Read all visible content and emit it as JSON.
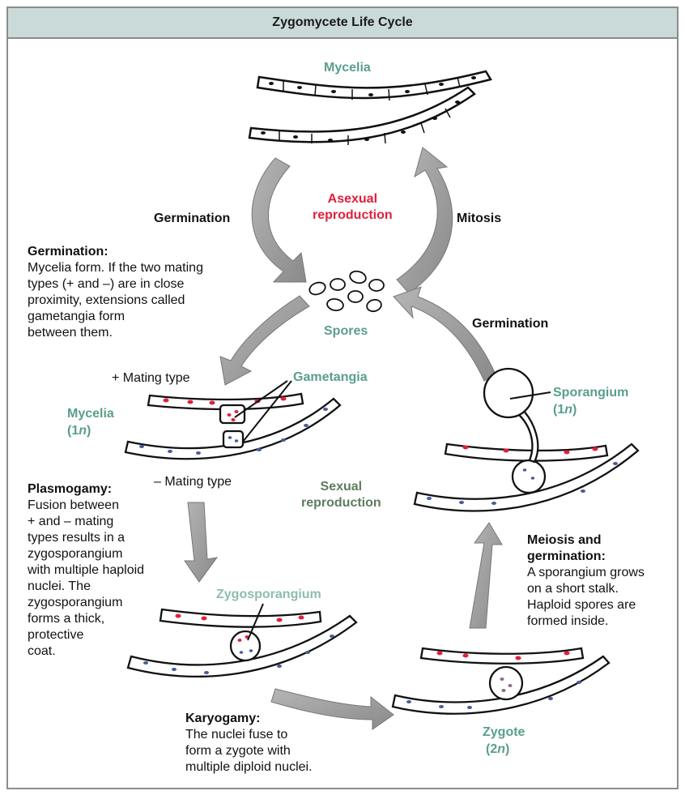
{
  "title": "Zygomycete Life Cycle",
  "labels": {
    "mycelia_top": "Mycelia",
    "asexual": "Asexual\nreproduction",
    "germination_left": "Germination",
    "mitosis": "Mitosis",
    "spores": "Spores",
    "germination_right": "Germination",
    "plus_mating": "+ Mating type",
    "gametangia": "Gametangia",
    "mycelia_1n_a": "Mycelia",
    "mycelia_1n_b": "(1n)",
    "minus_mating": "– Mating type",
    "sporangium_a": "Sporangium",
    "sporangium_b": "(1n)",
    "sexual": "Sexual\nreproduction",
    "zygosporangium": "Zygosporangium",
    "zygote_a": "Zygote",
    "zygote_b": "(2n)"
  },
  "notes": {
    "germination": {
      "head": "Germination:",
      "body": "Mycelia form. If the two mating\ntypes (+ and –) are in close\nproximity, extensions called\ngametangia form\nbetween them."
    },
    "plasmogamy": {
      "head": "Plasmogamy:",
      "body": "Fusion between\n+ and – mating\ntypes results in a\nzygosporangium\nwith multiple haploid\nnuclei. The\nzygosporangium\nforms a thick,\nprotective\ncoat."
    },
    "meiosis": {
      "head": "Meiosis and\ngermination:",
      "body": "A sporangium grows\non a short stalk.\nHaploid spores are\nformed inside."
    },
    "karyogamy": {
      "head": "Karyogamy:",
      "body": "The nuclei fuse to\nform a zygote with\nmultiple diploid nuclei."
    }
  },
  "colors": {
    "teal": "#5a9e8d",
    "red": "#e0203a",
    "arrow_gray": "#9a9a9a",
    "plus_nucleus": "#e0203a",
    "minus_nucleus": "#4a5a9a"
  }
}
